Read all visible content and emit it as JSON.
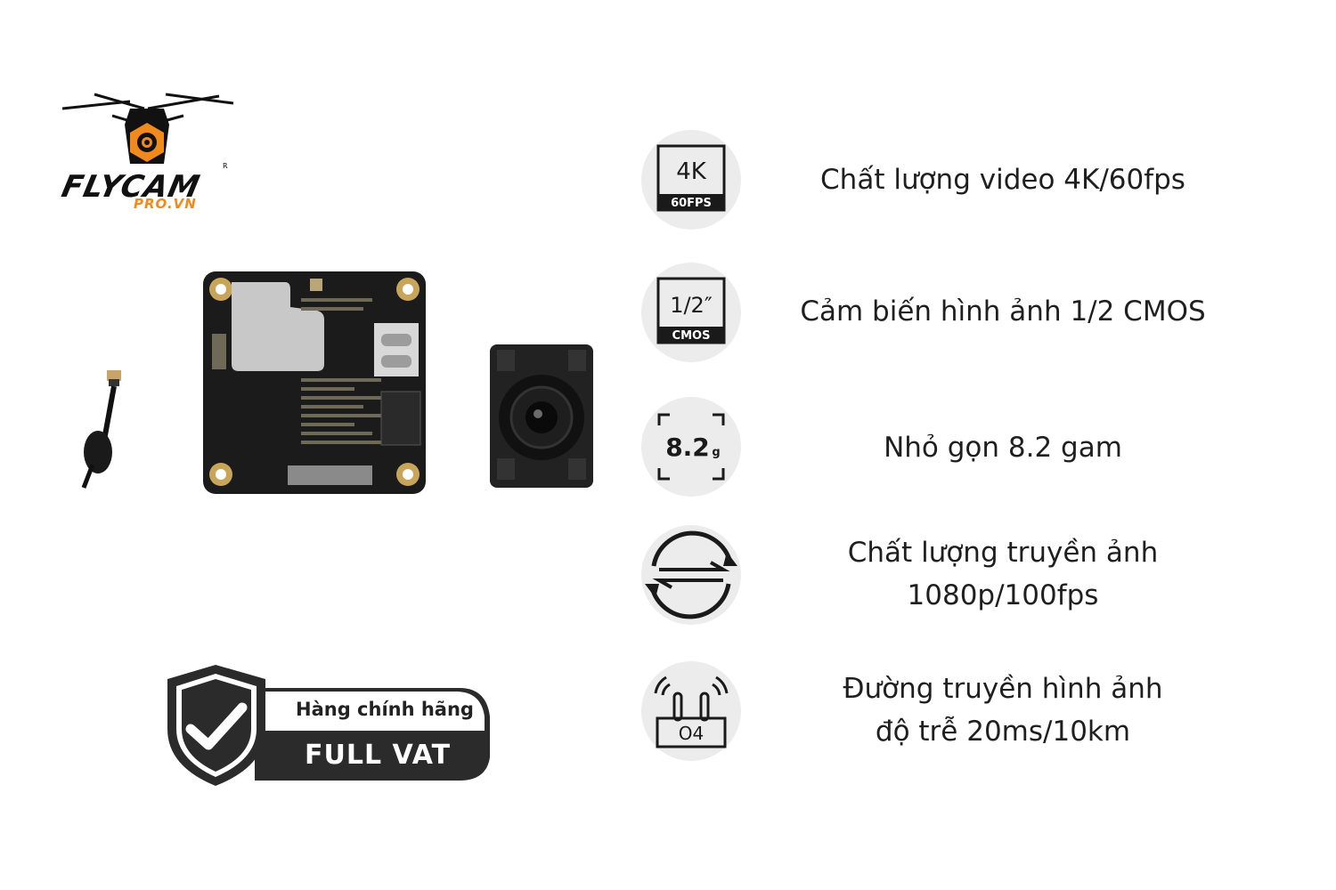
{
  "logo": {
    "name": "FLYCAM",
    "domain": "PRO.VN",
    "registered": "R"
  },
  "badge": {
    "line1": "Hàng chính hãng",
    "line2": "FULL VAT"
  },
  "features": [
    {
      "icon": "4k-60fps-icon",
      "icon_text": [
        "4K",
        "60FPS"
      ],
      "lines": [
        "Chất lượng video 4K/60fps"
      ]
    },
    {
      "icon": "sensor-size-icon",
      "icon_text": [
        "1/2″",
        "CMOS"
      ],
      "lines": [
        "Cảm biến hình ảnh 1/2 CMOS"
      ]
    },
    {
      "icon": "weight-icon",
      "icon_text": [
        "8.2",
        "g"
      ],
      "lines": [
        "Nhỏ gọn 8.2 gam"
      ]
    },
    {
      "icon": "transmission-icon",
      "icon_text": [],
      "lines": [
        "Chất lượng truyền ảnh",
        "1080p/100fps"
      ]
    },
    {
      "icon": "o4-antenna-icon",
      "icon_text": [
        "O4"
      ],
      "lines": [
        "Đường truyền hình ảnh",
        "độ trễ 20ms/10km"
      ]
    }
  ],
  "colors": {
    "brand_orange": "#f08a1c",
    "icon_bg": "#ececec",
    "badge_dark": "#2b2b2b"
  }
}
